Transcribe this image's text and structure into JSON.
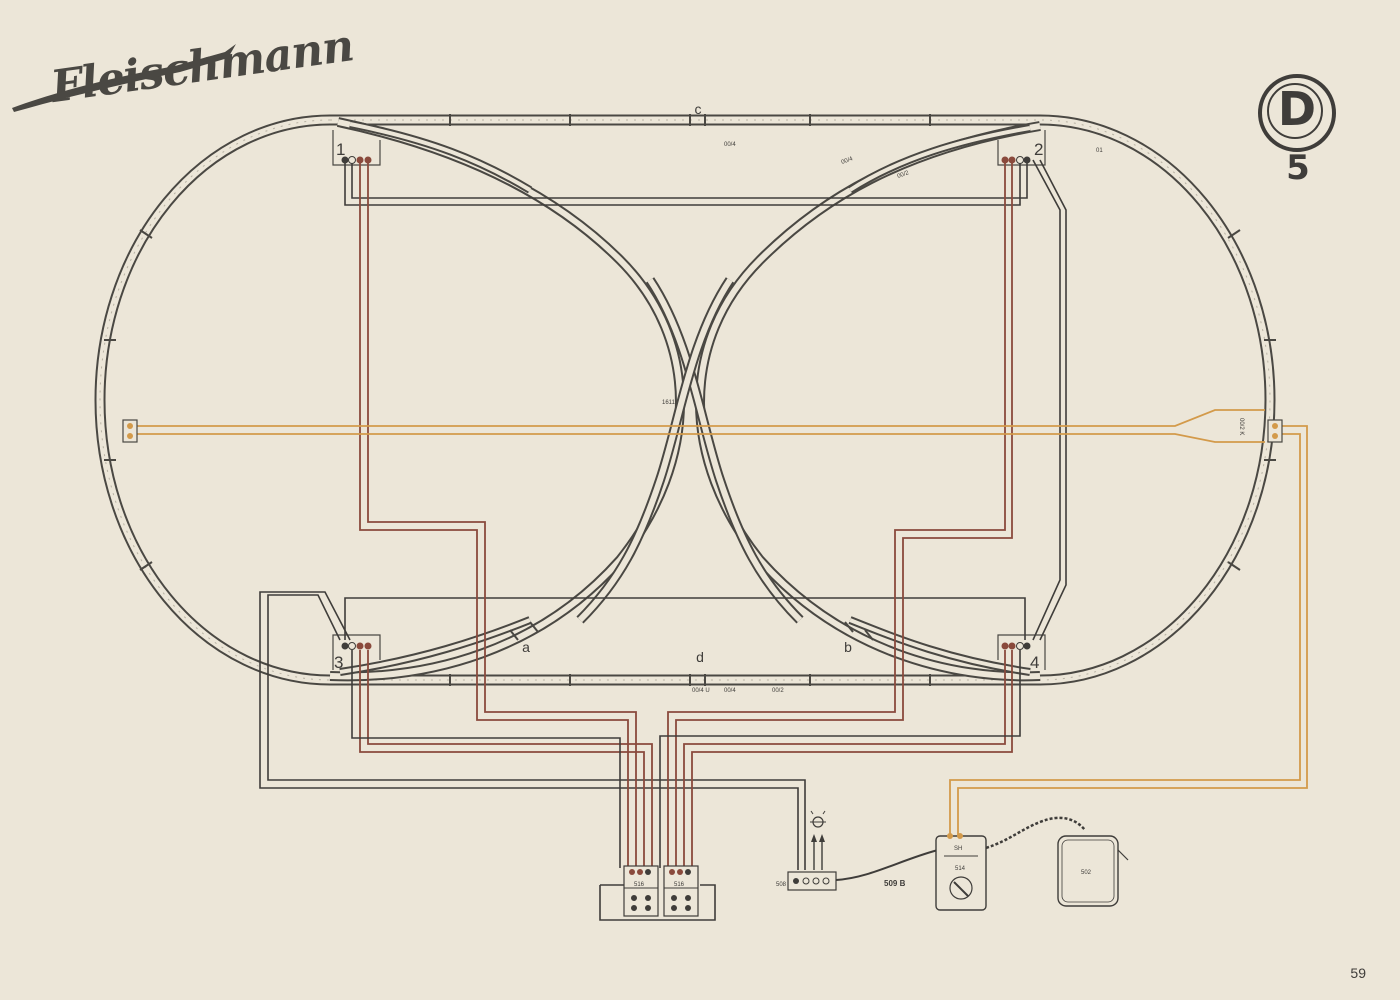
{
  "brand": {
    "logo_text": "Fleischmann"
  },
  "plan": {
    "letter": "D",
    "number": "5"
  },
  "page_number": "59",
  "colors": {
    "background": "#ece6d8",
    "track": "#4a4843",
    "wire_dark": "#3f3d3a",
    "wire_red": "#8a4a3c",
    "wire_orange": "#d39a4a"
  },
  "sections": {
    "a": "a",
    "b": "b",
    "c": "c",
    "d": "d"
  },
  "switch_numbers": {
    "s1": "1",
    "s2": "2",
    "s3": "3",
    "s4": "4"
  },
  "track_labels": {
    "top_c": "00/4",
    "top_r1": "00/4",
    "top_r2": "00/2",
    "top_far": "01",
    "crossing": "1611",
    "right_side": "00/2 K",
    "bot_1": "00/4 U",
    "bot_2": "00/4",
    "bot_3": "00/2"
  },
  "components": {
    "ctrl_1": "516",
    "ctrl_2": "516",
    "distributor": "508",
    "cable": "509 B",
    "transformer": "514",
    "transformer_top": "SH",
    "plug": "502"
  }
}
